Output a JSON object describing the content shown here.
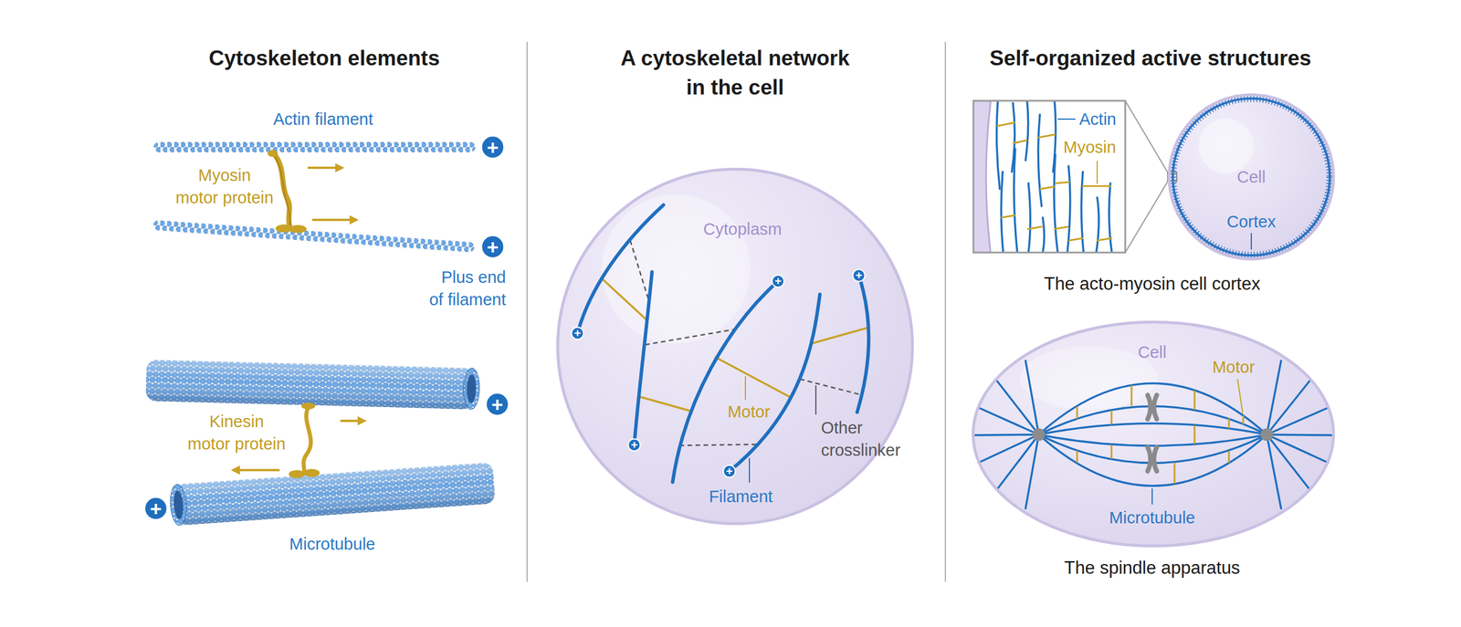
{
  "diagram": {
    "nodes": [
      {
        "text": [
          "+"
        ]
      },
      {
        "text": [
          "+"
        ]
      },
      {
        "text": [
          "+"
        ]
      },
      {
        "text": [
          "+"
        ]
      },
      {
        "text": [
          "Cytoplasm"
        ]
      },
      {
        "text": [
          "+"
        ],
        "in": 4
      },
      {
        "text": [
          "+"
        ],
        "in": 4
      },
      {
        "text": [
          "+"
        ],
        "in": 4
      },
      {
        "text": [
          "+"
        ],
        "in": 4
      },
      {
        "text": [
          "+"
        ],
        "in": 4
      },
      {
        "text": [
          "Cell"
        ]
      },
      {
        "text": [
          "Cell"
        ]
      }
    ],
    "labels": [
      "Cytoskeleton elements",
      "A cytoskeletal network in the cell",
      "Self-organized active structures",
      "Actin filament",
      "Myosin motor protein",
      "Plus end of filament",
      "Kinesin motor protein",
      "Microtubule",
      "Motor",
      "Other crosslinker",
      "Filament",
      "Actin",
      "Myosin",
      "Cortex",
      "The acto-myosin cell cortex",
      "Motor",
      "Microtubule",
      "The spindle apparatus"
    ]
  }
}
